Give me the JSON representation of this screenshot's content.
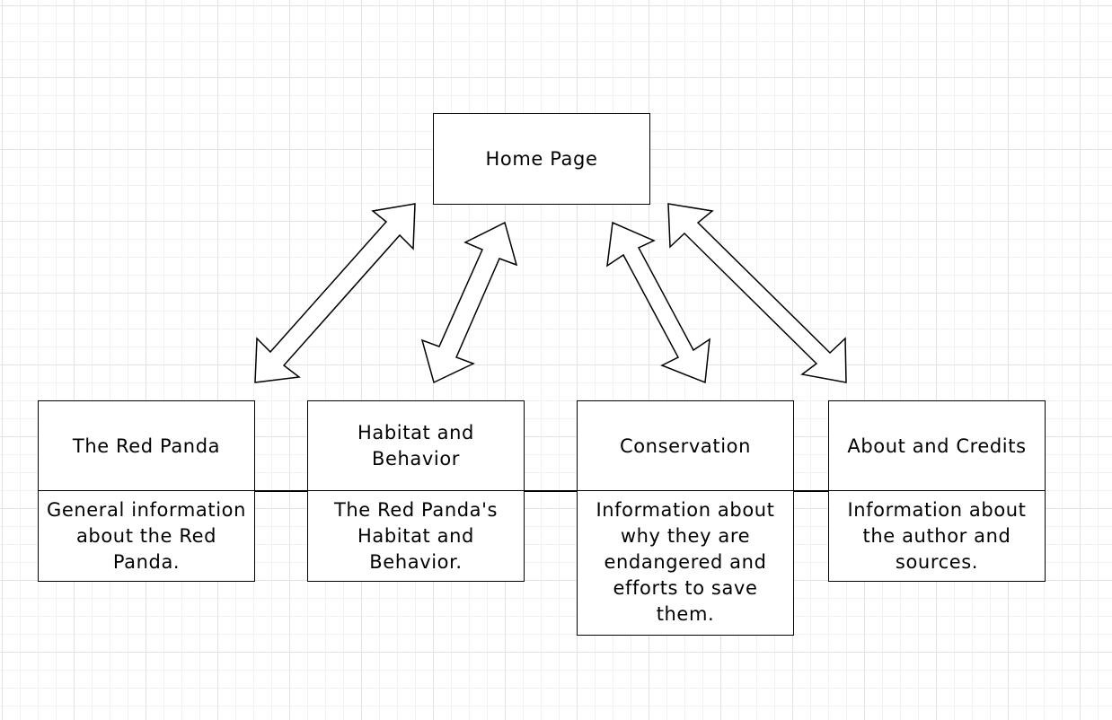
{
  "diagram": {
    "home": {
      "label": "Home Page"
    },
    "pages": [
      {
        "title": "The Red Panda",
        "description": "General information about the Red Panda."
      },
      {
        "title": "Habitat and Behavior",
        "description": "The Red Panda's Habitat and Behavior."
      },
      {
        "title": "Conservation",
        "description": "Information about why they are endangered and efforts to save them."
      },
      {
        "title": "About and Credits",
        "description": "Information about the author and sources."
      }
    ]
  }
}
